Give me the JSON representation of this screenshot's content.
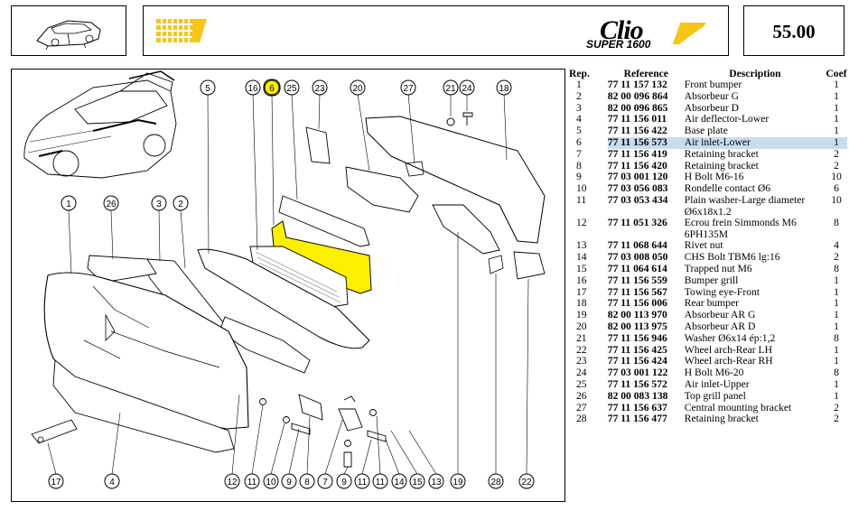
{
  "header": {
    "logo_main": "Clio",
    "logo_sub": "SUPER 1600",
    "page_number": "55.00"
  },
  "diagram": {
    "highlight_color": "#ffef00",
    "callouts_top": [
      "5",
      "16",
      "6",
      "25",
      "23",
      "20",
      "27",
      "21",
      "24",
      "18"
    ],
    "callouts_mid": [
      "1",
      "26",
      "3",
      "2"
    ],
    "callouts_bottom": [
      "17",
      "4",
      "12",
      "11",
      "10",
      "9",
      "8",
      "7",
      "9",
      "11",
      "11",
      "14",
      "15",
      "13",
      "19",
      "28",
      "22"
    ],
    "highlighted_callout": "6"
  },
  "table": {
    "headers": {
      "rep": "Rep.",
      "ref": "Reference",
      "desc": "Description",
      "coef": "Coef"
    },
    "rows": [
      {
        "rep": "1",
        "ref": "77 11 157 132",
        "desc": "Front bumper",
        "desc2": "",
        "coef": "1"
      },
      {
        "rep": "2",
        "ref": "82 00 096 864",
        "desc": "Absorbeur G",
        "desc2": "",
        "coef": "1"
      },
      {
        "rep": "3",
        "ref": "82 00 096 865",
        "desc": "Absorbeur D",
        "desc2": "",
        "coef": "1"
      },
      {
        "rep": "4",
        "ref": "77 11 156 011",
        "desc": "Air deflector-Lower",
        "desc2": "",
        "coef": "1"
      },
      {
        "rep": "5",
        "ref": "77 11 156 422",
        "desc": "Base plate",
        "desc2": "",
        "coef": "1"
      },
      {
        "rep": "6",
        "ref": "77 11 156 573",
        "desc": "Air inlet-Lower",
        "desc2": "",
        "coef": "1",
        "highlight": true
      },
      {
        "rep": "7",
        "ref": "77 11 156 419",
        "desc": "Retaining bracket",
        "desc2": "",
        "coef": "2"
      },
      {
        "rep": "8",
        "ref": "77 11 156 420",
        "desc": "Retaining bracket",
        "desc2": "",
        "coef": "2"
      },
      {
        "rep": "9",
        "ref": "77 03 001 120",
        "desc": "H Bolt M6-16",
        "desc2": "",
        "coef": "10"
      },
      {
        "rep": "10",
        "ref": "77 03 056 083",
        "desc": "Rondelle contact Ø6",
        "desc2": "",
        "coef": "6"
      },
      {
        "rep": "11",
        "ref": "77 03 053 434",
        "desc": "Plain washer-Large diameter",
        "desc2": "Ø6x18x1.2",
        "coef": "10"
      },
      {
        "rep": "12",
        "ref": "77 11 051 326",
        "desc": "Ecrou frein Simmonds M6",
        "desc2": "6PH135M",
        "coef": "8"
      },
      {
        "rep": "13",
        "ref": "77 11 068 644",
        "desc": "Rivet nut",
        "desc2": "",
        "coef": "4"
      },
      {
        "rep": "14",
        "ref": "77 03 008 050",
        "desc": "CHS Bolt TBM6 lg:16",
        "desc2": "",
        "coef": "2"
      },
      {
        "rep": "15",
        "ref": "77 11 064 614",
        "desc": "Trapped nut M6",
        "desc2": "",
        "coef": "8"
      },
      {
        "rep": "16",
        "ref": "77 11 156 559",
        "desc": "Bumper grill",
        "desc2": "",
        "coef": "1"
      },
      {
        "rep": "17",
        "ref": "77 11 156 567",
        "desc": "Towing eye-Front",
        "desc2": "",
        "coef": "1"
      },
      {
        "rep": "18",
        "ref": "77 11 156 006",
        "desc": "Rear bumper",
        "desc2": "",
        "coef": "1"
      },
      {
        "rep": "19",
        "ref": "82 00 113 970",
        "desc": "Absorbeur AR G",
        "desc2": "",
        "coef": "1"
      },
      {
        "rep": "20",
        "ref": "82 00 113 975",
        "desc": "Absorbeur AR D",
        "desc2": "",
        "coef": "1"
      },
      {
        "rep": "21",
        "ref": "77 11 156 946",
        "desc": "Washer Ø6x14 ép:1,2",
        "desc2": "",
        "coef": "8"
      },
      {
        "rep": "22",
        "ref": "77 11 156 425",
        "desc": "Wheel arch-Rear LH",
        "desc2": "",
        "coef": "1"
      },
      {
        "rep": "23",
        "ref": "77 11 156 424",
        "desc": "Wheel arch-Rear RH",
        "desc2": "",
        "coef": "1"
      },
      {
        "rep": "24",
        "ref": "77 03 001 122",
        "desc": "H Bolt M6-20",
        "desc2": "",
        "coef": "8"
      },
      {
        "rep": "25",
        "ref": "77 11 156 572",
        "desc": "Air inlet-Upper",
        "desc2": "",
        "coef": "1"
      },
      {
        "rep": "26",
        "ref": "82 00 083 138",
        "desc": "Top grill panel",
        "desc2": "",
        "coef": "1"
      },
      {
        "rep": "27",
        "ref": "77 11 156 637",
        "desc": "Central mounting bracket",
        "desc2": "",
        "coef": "2"
      },
      {
        "rep": "28",
        "ref": "77 11 156 477",
        "desc": "Retaining bracket",
        "desc2": "",
        "coef": "2"
      }
    ]
  }
}
